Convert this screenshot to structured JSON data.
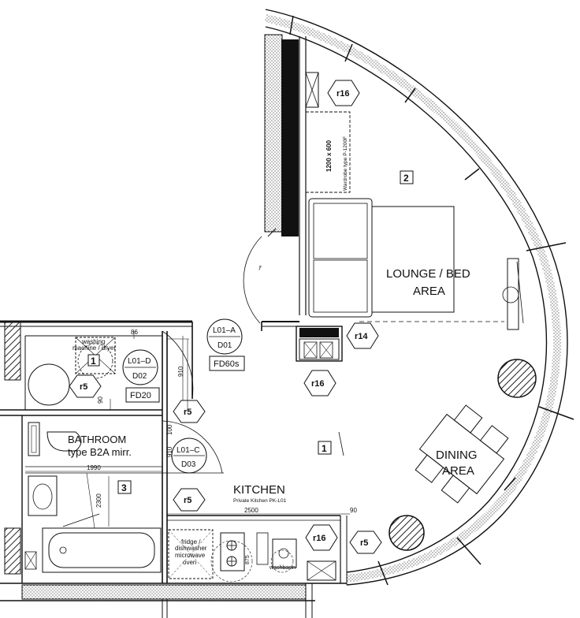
{
  "rooms": {
    "lounge_line1": "LOUNGE / BED",
    "lounge_line2": "AREA",
    "bathroom_line1": "BATHROOM",
    "bathroom_line2": "type B2A mirr.",
    "kitchen": "KITCHEN",
    "kitchen_sub": "Private Kitchen PK-L01",
    "dining_line1": "DINING",
    "dining_line2": "AREA"
  },
  "room_numbers": {
    "lounge": "2",
    "hall": "1",
    "bathroom": "3",
    "laundry": "1"
  },
  "fixtures": {
    "wardrobe_size": "1200 x 600",
    "wardrobe_type": "Wardrobe type P-1200F",
    "washing_line1": "washing",
    "washing_line2": "machine / dryer",
    "fridge_line1": "fridge /",
    "fridge_line2": "dishwasher",
    "fridge_line3": "microwave",
    "fridge_line4": "oven",
    "washbasin": "washbasin"
  },
  "doors": {
    "d01_top": "L01–A",
    "d01_bottom": "D01",
    "d02_top": "L01–D",
    "d02_bottom": "D02",
    "d03_top": "L01–C",
    "d03_bottom": "D03",
    "fd60s": "FD60s",
    "fd20": "FD20"
  },
  "tags": {
    "r16_top": "r16",
    "r14": "r14",
    "r16_mid": "r16",
    "r5_wash": "r5",
    "r5_bath": "r5",
    "r5_kitchen": "r5",
    "r16_kitchen": "r16",
    "r5_right": "r5"
  },
  "dimensions": {
    "d_86": "86",
    "d_910_a": "910",
    "d_90_a": "90",
    "d_100": "100",
    "d_910_b": "910",
    "d_1990": "1990",
    "d_2300": "2300",
    "d_2500": "2500",
    "d_90_b": "90",
    "d_875": "875"
  }
}
